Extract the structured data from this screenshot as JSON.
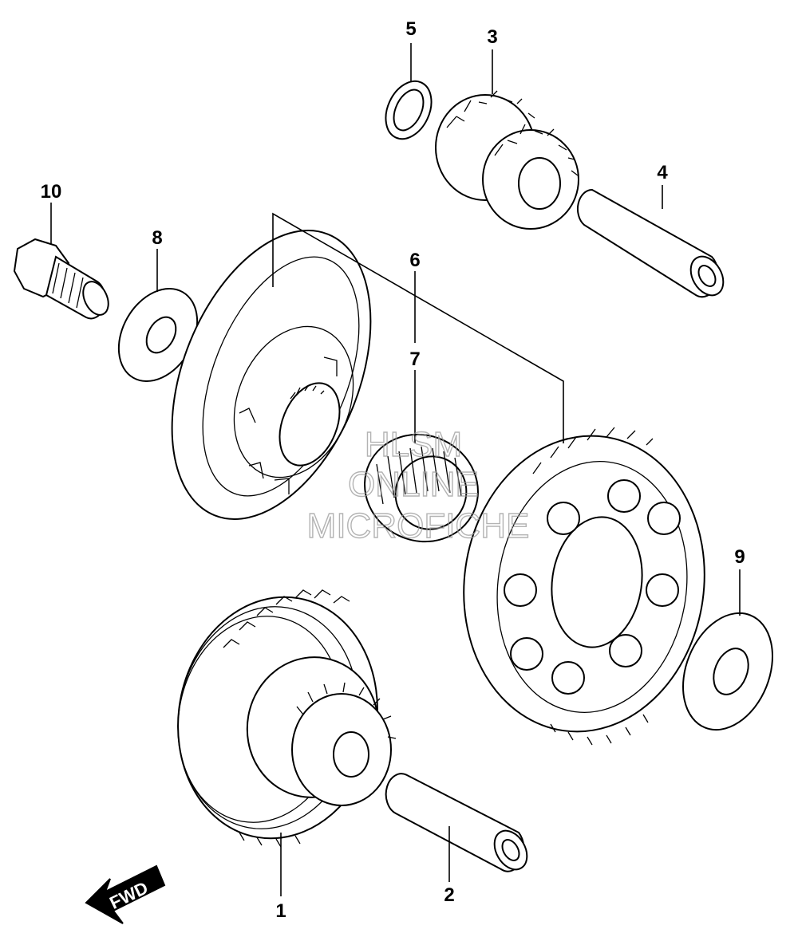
{
  "callouts": {
    "p1": "1",
    "p2": "2",
    "p3": "3",
    "p4": "4",
    "p5": "5",
    "p6": "6",
    "p7": "7",
    "p8": "8",
    "p9": "9",
    "p10": "10"
  },
  "watermark": {
    "line1": "HLSM",
    "line2": "ONLINE",
    "line3": "MICROFICHE"
  },
  "fwd_label": "FWD"
}
